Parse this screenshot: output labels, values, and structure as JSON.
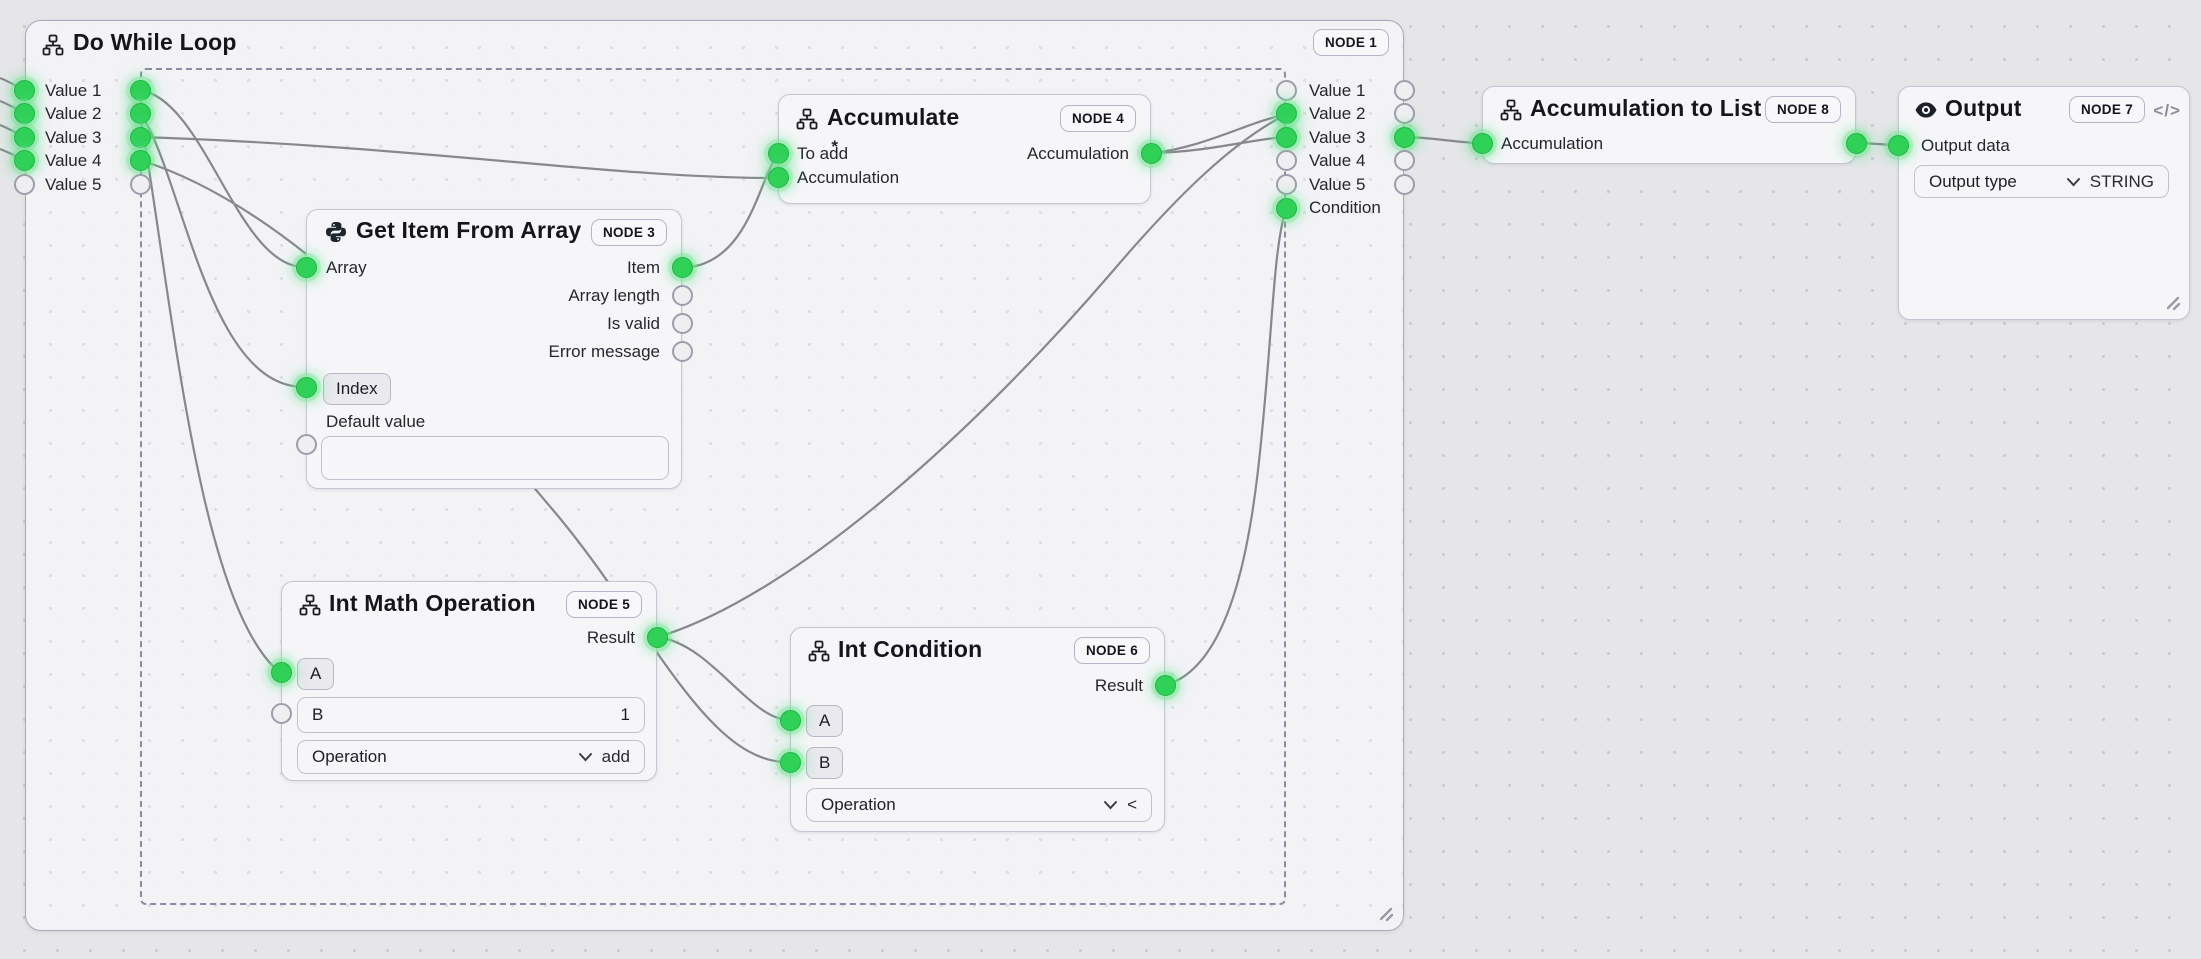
{
  "colors": {
    "connected_port": "#2fd157",
    "empty_port": "#efeff2",
    "wire": "#87878d",
    "canvas_bg": "#e6e6e9"
  },
  "dw": {
    "title": "Do While Loop",
    "badge": "NODE 1",
    "lp": [
      "Value 1",
      "Value 2",
      "Value 3",
      "Value 4",
      "Value 5"
    ],
    "rp": [
      "Value 1",
      "Value 2",
      "Value 3",
      "Value 4",
      "Value 5",
      "Condition"
    ]
  },
  "gi": {
    "title": "Get Item From Array",
    "badge": "NODE 3",
    "in_array": "Array",
    "in_index": "Index",
    "default_label": "Default value",
    "default_value": "",
    "out_item": "Item",
    "out_len": "Array length",
    "out_valid": "Is valid",
    "out_err": "Error message"
  },
  "ac": {
    "title": "Accumulate",
    "badge": "NODE 4",
    "in_toadd": "To add",
    "in_acc": "Accumulation",
    "out_acc": "Accumulation"
  },
  "im": {
    "title": "Int Math Operation",
    "badge": "NODE 5",
    "out_result": "Result",
    "in_a": "A",
    "in_b": "B",
    "b_value": "1",
    "op_label": "Operation",
    "op_value": "add"
  },
  "ic": {
    "title": "Int Condition",
    "badge": "NODE 6",
    "out_result": "Result",
    "in_a": "A",
    "in_b": "B",
    "op_label": "Operation",
    "op_value": "<"
  },
  "al": {
    "title": "Accumulation to List",
    "badge": "NODE 8",
    "in_acc": "Accumulation",
    "out_star": "*"
  },
  "out": {
    "title": "Output",
    "badge": "NODE 7",
    "code_icon": "</>",
    "in_data": "Output data",
    "type_label": "Output type",
    "type_value": "STRING"
  }
}
